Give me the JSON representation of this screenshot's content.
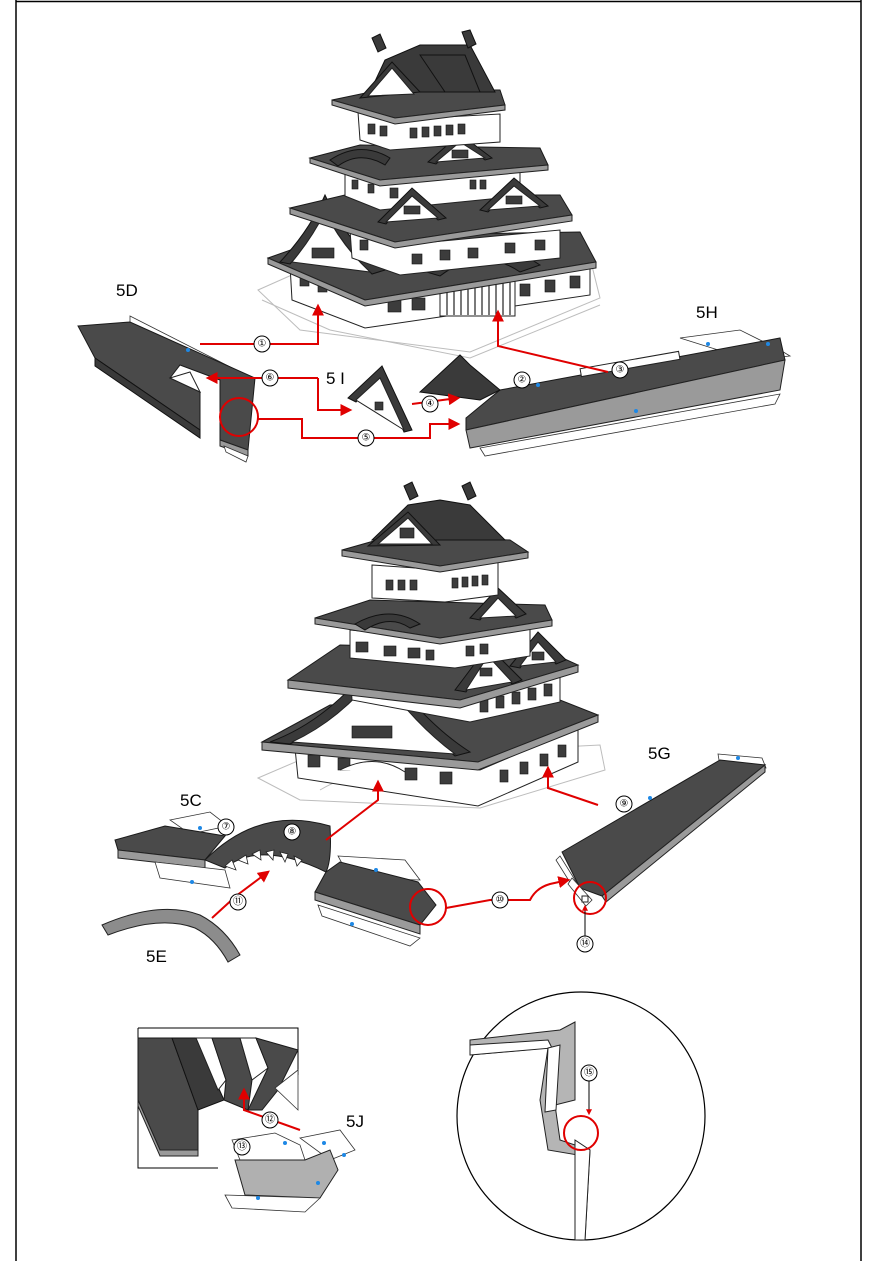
{
  "parts": {
    "5D": "5D",
    "5H": "5H",
    "5I": "5 I",
    "5C": "5C",
    "5G": "5G",
    "5E": "5E",
    "5J": "5J"
  },
  "steps": [
    "①",
    "②",
    "③",
    "④",
    "⑤",
    "⑥",
    "⑦",
    "⑧",
    "⑨",
    "⑩",
    "⑪",
    "⑫",
    "⑬",
    "⑭",
    "⑮"
  ],
  "colors": {
    "arrow": "#e00000",
    "roof": "#4a4a4a",
    "glue_dot": "#1e88e5"
  }
}
